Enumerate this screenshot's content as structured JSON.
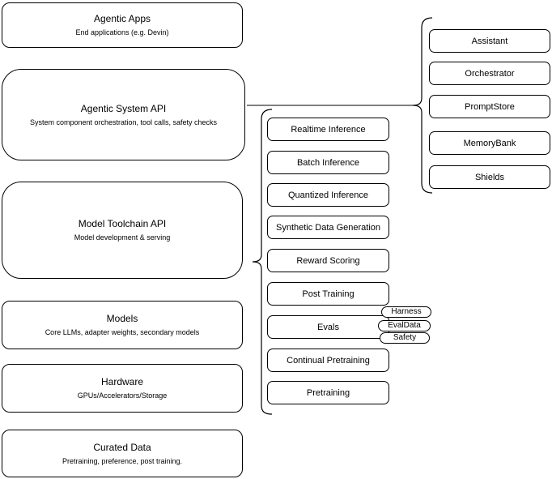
{
  "left_stack": [
    {
      "title": "Agentic Apps",
      "subtitle": "End applications (e.g. Devin)"
    },
    {
      "title": "Agentic System API",
      "subtitle": "System component orchestration, tool calls, safety checks"
    },
    {
      "title": "Model Toolchain API",
      "subtitle": "Model development & serving"
    },
    {
      "title": "Models",
      "subtitle": "Core LLMs, adapter weights, secondary models"
    },
    {
      "title": "Hardware",
      "subtitle": "GPUs/Accelerators/Storage"
    },
    {
      "title": "Curated Data",
      "subtitle": "Pretraining, preference, post training."
    }
  ],
  "toolchain_stack": {
    "items": [
      "Realtime Inference",
      "Batch Inference",
      "Quantized Inference",
      "Synthetic Data Generation",
      "Reward Scoring",
      "Post Training",
      "Evals",
      "Continual Pretraining",
      "Pretraining"
    ]
  },
  "evals_tags": [
    "Harness",
    "EvalData",
    "Safety"
  ],
  "system_stack": {
    "items": [
      "Assistant",
      "Orchestrator",
      "PromptStore",
      "MemoryBank",
      "Shields"
    ]
  },
  "colors": {
    "stroke": "#000000",
    "fill": "#ffffff",
    "text": "#000000"
  }
}
